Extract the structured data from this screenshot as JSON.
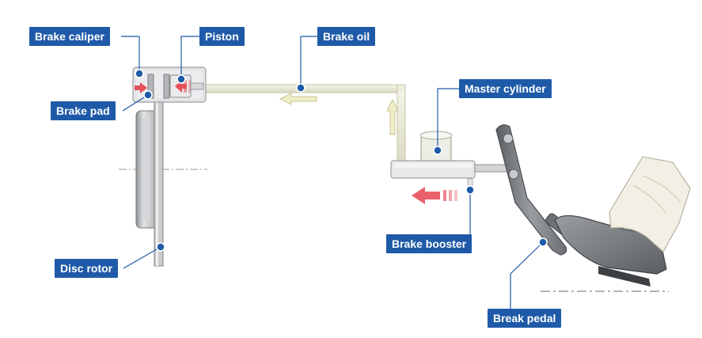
{
  "labels": {
    "brake_caliper": "Brake caliper",
    "piston": "Piston",
    "brake_oil": "Brake oil",
    "master_cylinder": "Master cylinder",
    "brake_pad": "Brake pad",
    "brake_booster": "Brake booster",
    "disc_rotor": "Disc rotor",
    "break_pedal": "Break pedal"
  },
  "colors": {
    "callout": "#1f5aa8",
    "force_arrow": "#e8505b",
    "pipe": "#eeeeda",
    "flow_arrow": "#f1efc7"
  }
}
